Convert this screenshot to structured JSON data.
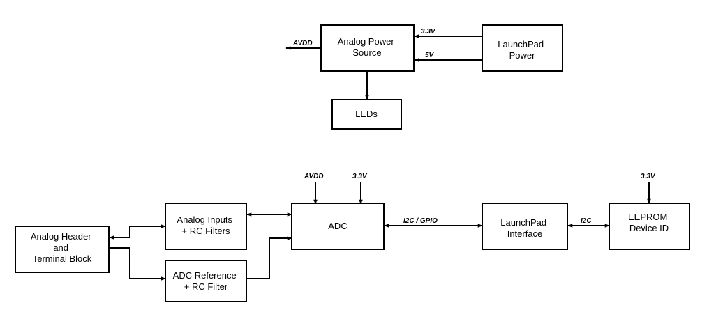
{
  "blocks": {
    "analog_power_source": [
      "Analog Power",
      "Source"
    ],
    "launchpad_power": [
      "LaunchPad",
      "Power"
    ],
    "leds": [
      "LEDs"
    ],
    "analog_header": [
      "Analog Header",
      "and",
      "Terminal Block"
    ],
    "analog_inputs": [
      "Analog Inputs",
      "+ RC Filters"
    ],
    "adc_reference": [
      "ADC Reference",
      "+ RC Filter"
    ],
    "adc": [
      "ADC"
    ],
    "launchpad_interface": [
      "LaunchPad",
      "Interface"
    ],
    "eeprom": [
      "EEPROM",
      "Device ID"
    ]
  },
  "signals": {
    "power_3v3": "3.3V",
    "power_5v": "5V",
    "avdd_out": "AVDD",
    "adc_avdd": "AVDD",
    "adc_3v3": "3.3V",
    "eeprom_3v3": "3.3V",
    "i2c_gpio": "I2C / GPIO",
    "i2c": "I2C"
  },
  "colors": {
    "line": "#000000",
    "background": "#ffffff"
  }
}
